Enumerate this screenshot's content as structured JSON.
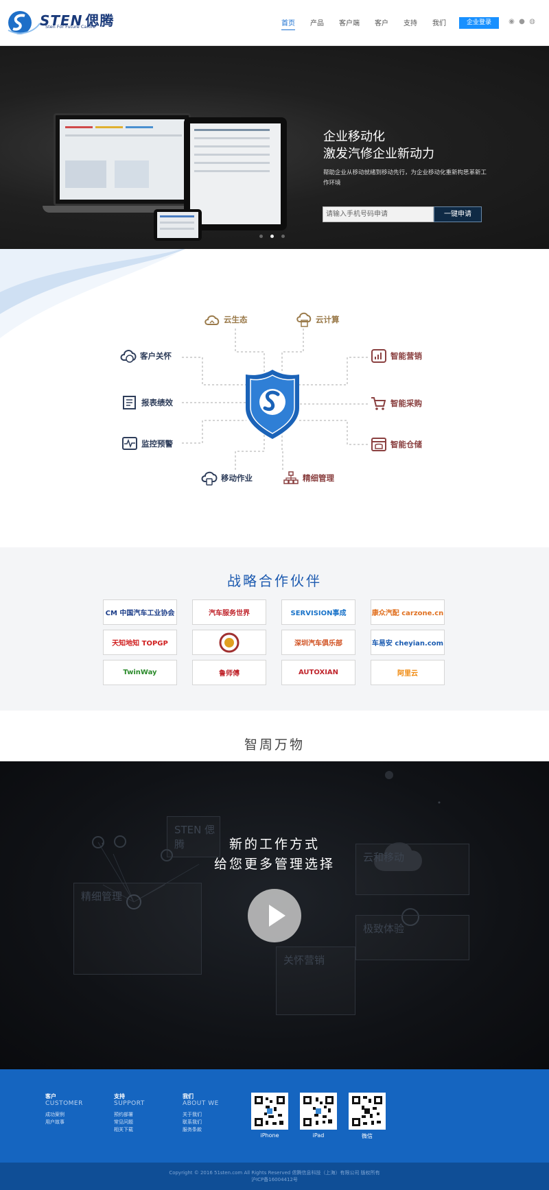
{
  "header": {
    "logo_text": "STEN",
    "logo_cn": "偲腾",
    "logo_sub": "Sten For Future Carlife",
    "nav": [
      "首页",
      "产品",
      "客户端",
      "客户",
      "支持",
      "我们"
    ],
    "login_label": "企业登录",
    "social_icons": [
      "weibo-icon",
      "qq-icon",
      "wechat-icon"
    ]
  },
  "hero": {
    "title1": "企业移动化",
    "title2": "激发汽修企业新动力",
    "desc": "帮助企业从移动就绪到移动先行，为企业移动化重新构思革新工作环境",
    "input_placeholder": "请输入手机号码申请",
    "apply_label": "一键申请",
    "slides": 3,
    "active_slide": 2
  },
  "diagram": {
    "center_icon": "shield-s-icon",
    "features": [
      {
        "label": "云生态",
        "icon": "cloud-home-icon"
      },
      {
        "label": "云计算",
        "icon": "cloud-calculator-icon"
      },
      {
        "label": "客户关怀",
        "icon": "cloud-user-icon"
      },
      {
        "label": "报表绩效",
        "icon": "report-icon"
      },
      {
        "label": "监控预警",
        "icon": "monitor-icon"
      },
      {
        "label": "移动作业",
        "icon": "cloud-mobile-icon"
      },
      {
        "label": "精细管理",
        "icon": "hierarchy-icon"
      },
      {
        "label": "智能营销",
        "icon": "chart-icon"
      },
      {
        "label": "智能采购",
        "icon": "cart-icon"
      },
      {
        "label": "智能仓储",
        "icon": "warehouse-icon"
      }
    ]
  },
  "partners": {
    "title": "战略合作伙伴",
    "logos": [
      {
        "text": "CM 中国汽车工业协会",
        "color": "#1e3f8a"
      },
      {
        "text": "汽车服务世界",
        "color": "#c0262d"
      },
      {
        "text": "SERVISION事成",
        "color": "#1a73c9"
      },
      {
        "text": "康众汽配 carzone.cn",
        "color": "#e07020"
      },
      {
        "text": "天知地知 TOPGP",
        "color": "#d02020"
      },
      {
        "text": "",
        "color": "#a03030"
      },
      {
        "text": "深圳汽车俱乐部",
        "color": "#d05020"
      },
      {
        "text": "车易安 cheyian.com",
        "color": "#1a5bb0"
      },
      {
        "text": "TwinWay",
        "color": "#2a8a2a"
      },
      {
        "text": "鲁师傅",
        "color": "#c0262d"
      },
      {
        "text": "AUTOXIAN",
        "color": "#c0262d"
      },
      {
        "text": "阿里云",
        "color": "#f08a10"
      }
    ]
  },
  "smart": {
    "title": "智周万物",
    "video_title1": "新的工作方式",
    "video_title2": "给您更多管理选择",
    "cards": [
      "精细管理",
      "云和移动",
      "极致体验",
      "关怀营销"
    ],
    "watermark": "STEN 偲腾"
  },
  "footer": {
    "cols": [
      {
        "h1": "客户",
        "h2": "CUSTOMER",
        "links": [
          "成功案例",
          "用户故事"
        ]
      },
      {
        "h1": "支持",
        "h2": "SUPPORT",
        "links": [
          "预约部署",
          "常见问题",
          "相关下载"
        ]
      },
      {
        "h1": "我们",
        "h2": "ABOUT WE",
        "links": [
          "关于我们",
          "联系我们",
          "服务条款"
        ]
      }
    ],
    "qrs": [
      "iPhone",
      "iPad",
      "微信"
    ],
    "copyright1": "Copyright © 2016 51sten.com All Rights Reserved 偲腾信息科技（上海）有限公司 版权所有",
    "copyright2": "沪ICP备16004412号"
  }
}
